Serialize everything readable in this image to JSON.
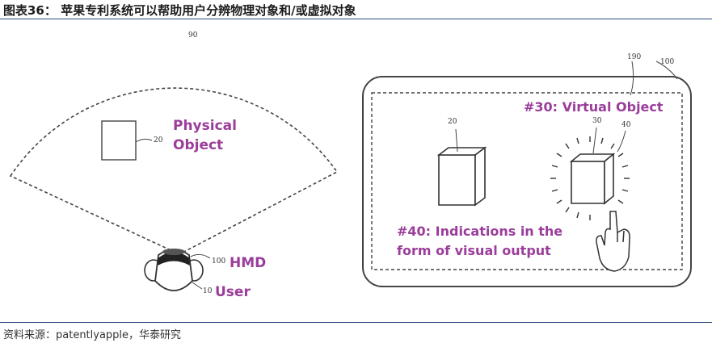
{
  "header": {
    "title": "图表36：  苹果专利系统可以帮助用户分辨物理对象和/或虚拟对象"
  },
  "footer": {
    "source": "资料来源：patentlyapple，华泰研究"
  },
  "left_figure": {
    "ref_field": "90",
    "physical_ref": "20",
    "physical_label_line1": "Physical",
    "physical_label_line2": "Object",
    "hmd_ref": "100",
    "hmd_label": "HMD",
    "user_ref": "10",
    "user_label": "User"
  },
  "right_figure": {
    "ref_190": "190",
    "ref_100": "100",
    "ref_20": "20",
    "ref_30": "30",
    "ref_40": "40",
    "virtual_label": "#30: Virtual Object",
    "indication_line1": "#40: Indications in the",
    "indication_line2": "form of visual output"
  },
  "colors": {
    "label": "#9b3d9b",
    "rule": "#2b4a7a"
  }
}
